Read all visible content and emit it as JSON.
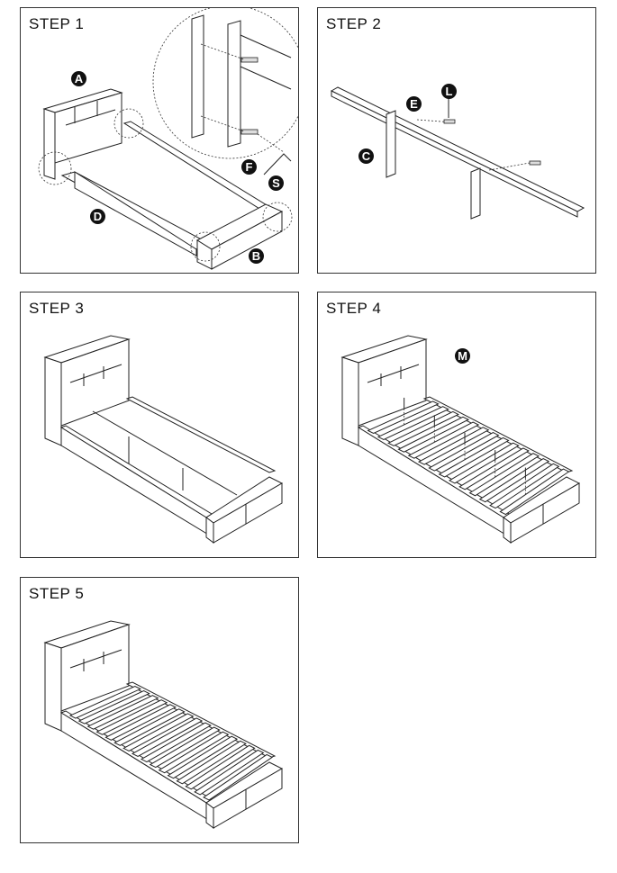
{
  "steps": [
    {
      "title": "STEP 1",
      "labels": {
        "a": "A",
        "b": "B",
        "d": "D",
        "f": "F",
        "s": "S"
      }
    },
    {
      "title": "STEP 2",
      "labels": {
        "e": "E",
        "l": "L",
        "c": "C"
      }
    },
    {
      "title": "STEP 3"
    },
    {
      "title": "STEP 4",
      "labels": {
        "m": "M"
      }
    },
    {
      "title": "STEP 5"
    }
  ]
}
